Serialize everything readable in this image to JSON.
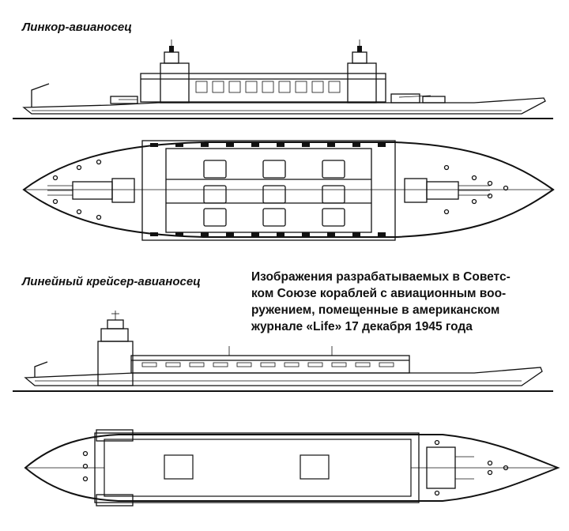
{
  "labels": {
    "battleship": "Линкор-авианосец",
    "cruiser": "Линейный крейсер-авианосец"
  },
  "caption": [
    "Изображения разрабатываемых в Советс-",
    "ком Союзе кораблей с авиационным воо-",
    "ружением, помещенные в американском",
    "журнале «Life» 17 декабря 1945 года"
  ]
}
